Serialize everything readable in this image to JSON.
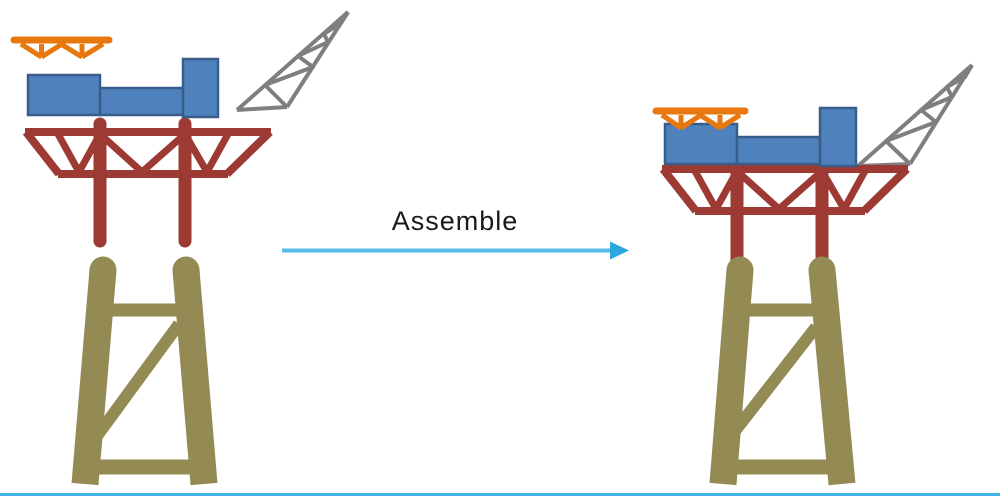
{
  "diagram": {
    "label": "Assemble",
    "parts": {
      "left_figure": "disassembled-platform",
      "right_figure": "assembled-platform",
      "components": [
        "helideck-truss",
        "topside-deck",
        "crane-boom",
        "deck-support-truss",
        "jacket-foundation"
      ]
    },
    "colors": {
      "deck_blue": "#4F81BD",
      "deck_border": "#385D8A",
      "helideck_orange": "#E8770E",
      "truss_red": "#9C3A33",
      "jacket_olive": "#948A54",
      "crane_gray": "#7F7F7F",
      "arrow_blue": "#55BCEC",
      "arrow_head": "#2AA7E0",
      "baseline_blue": "#41B3E6",
      "text": "#1A1A1A",
      "background": "#FFFFFF"
    }
  }
}
